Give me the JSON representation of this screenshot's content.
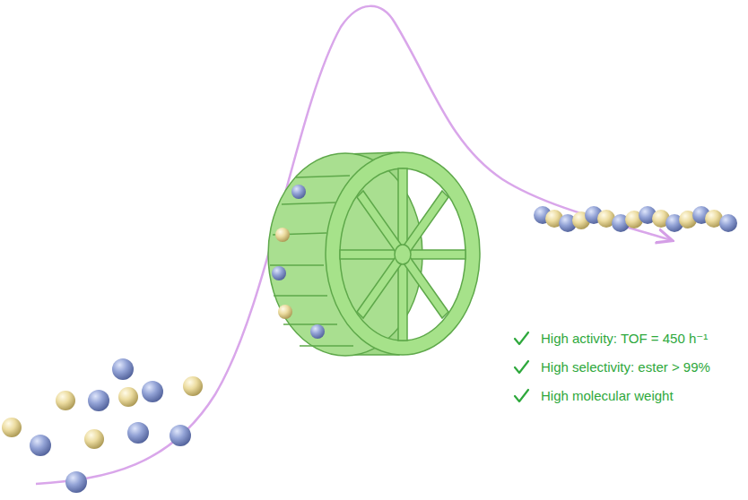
{
  "diagram": {
    "labels": [
      "High activity: TOF = 450 h⁻¹",
      "High selectivity: ester > 99%",
      "High molecular weight"
    ]
  }
}
